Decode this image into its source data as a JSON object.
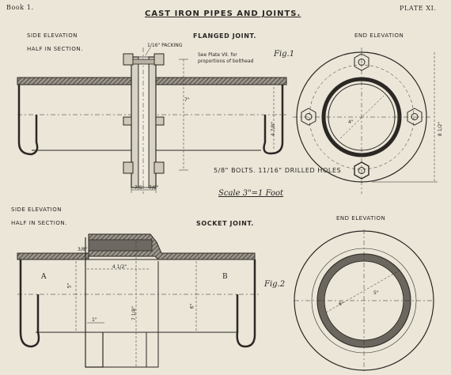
{
  "header": {
    "book": "Book 1.",
    "title": "CAST IRON PIPES AND JOINTS.",
    "plate": "PLATE XI."
  },
  "flanged": {
    "side_elevation": "SIDE ELEVATION",
    "half_in_section": "HALF IN SECTION.",
    "title": "FLANGED JOINT.",
    "packing": "1/16\" PACKING",
    "note_line1": "See Plate VII. for",
    "note_line2": "proportions of bolthead",
    "fig": "Fig.1",
    "bolts": "5/8\" BOLTS. 11/16\" DRILLED HOLES",
    "dim_seven": "7\"",
    "dim_four": "4 7/8\"",
    "dim_left": "7/8\"",
    "dim_right": "7/8\""
  },
  "end1": {
    "title": "END ELEVATION",
    "dim_eight": "8 1/2\"",
    "dim_inner": "4\""
  },
  "scale": "Scale 3\"=1 Foot",
  "socket": {
    "side_elevation": "SIDE ELEVATION",
    "half_in_section": "HALF IN SECTION.",
    "title": "SOCKET JOINT.",
    "label_a": "A",
    "label_b": "B",
    "fig": "Fig.2",
    "dim_four_half": "4 1/2\"",
    "dim_five": "5\"",
    "dim_seven": "7 1/8\"",
    "dim_six": "6\"",
    "dim_one": "1\"",
    "dim_small": "3/8\""
  },
  "end2": {
    "title": "END ELEVATION",
    "dim_five": "5\"",
    "dim_six": "6\""
  }
}
